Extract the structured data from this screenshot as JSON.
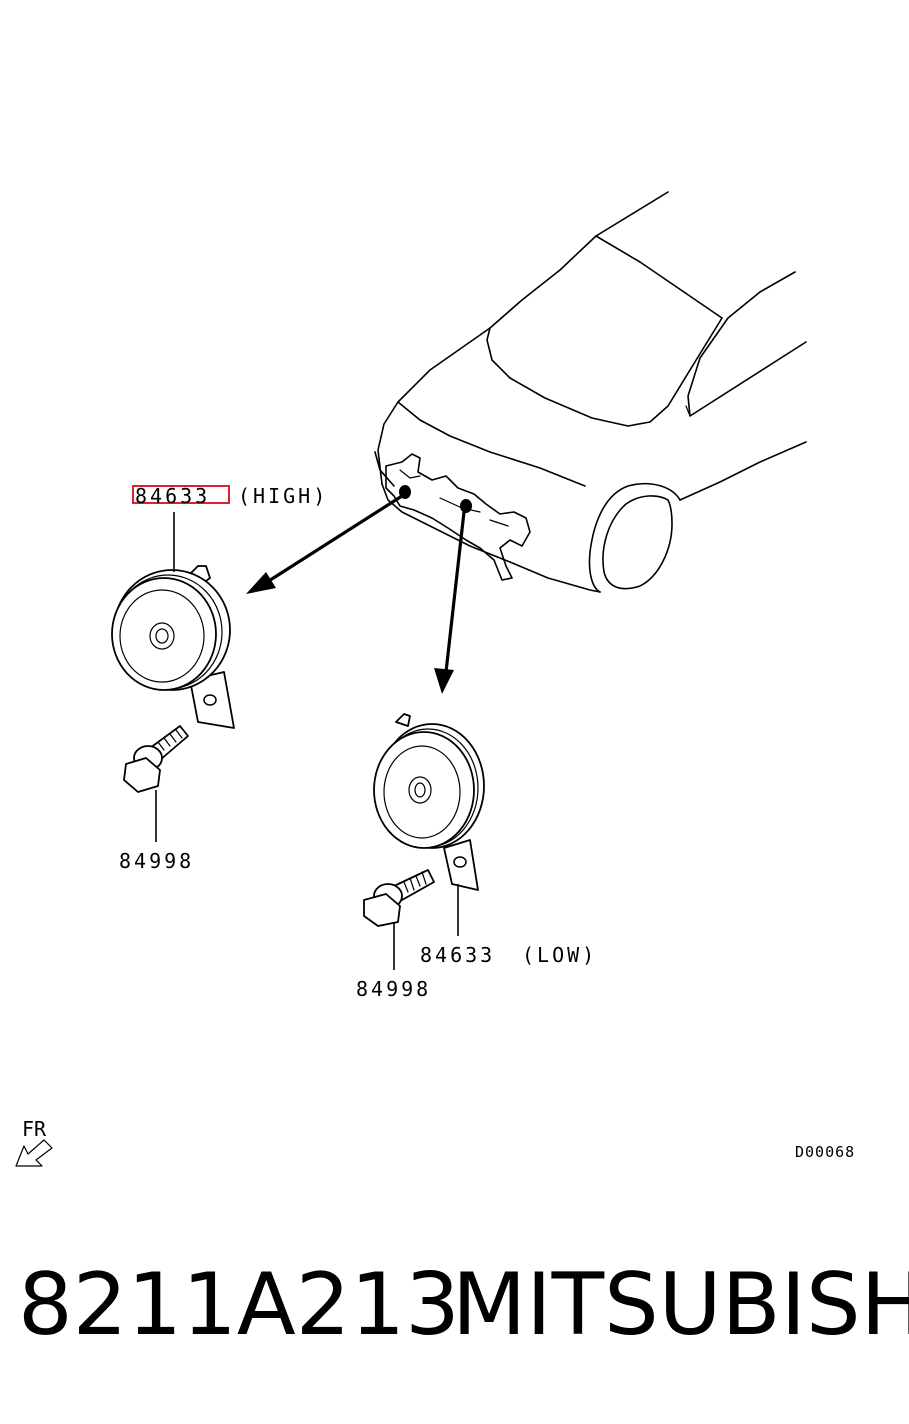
{
  "labels": {
    "high_horn_part": "84633",
    "high_horn_note": "(HIGH)",
    "bolt_part_left": "84998",
    "low_horn_part": "84633",
    "low_horn_note": "(LOW)",
    "bolt_part_right": "84998",
    "front_marker": "FR",
    "diagram_code": "D00068"
  },
  "caption": {
    "part_number": "8211A213",
    "brand": "MITSUBISHI"
  },
  "colors": {
    "highlight_box": "#e0202a",
    "line": "#000000",
    "background": "#ffffff"
  }
}
